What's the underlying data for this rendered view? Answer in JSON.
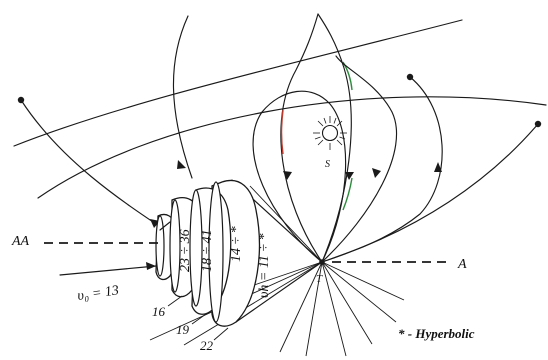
{
  "labels": {
    "sun": "S",
    "earth_point": "T",
    "left_axis": "AA",
    "right_axis": "A",
    "speed_v0": "υ₀ = 13",
    "speed_vh": "υh = 11 ÷ *",
    "band_1": "23 ÷ 36",
    "band_2": "18 ÷ 41",
    "band_3": "14 ÷ *",
    "num_16": "16",
    "num_19": "19",
    "num_22": "22",
    "legend": "* - Hyperbolic"
  },
  "colors": {
    "ink": "#1a1a1a",
    "accent_red": "#c0392b",
    "accent_green": "#2e8b3d"
  }
}
